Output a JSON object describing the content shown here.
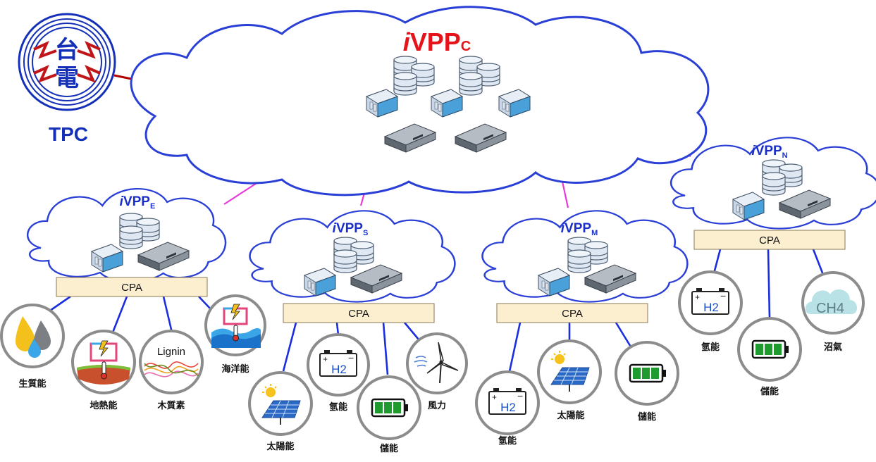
{
  "company": {
    "name": "TPC",
    "logo_text": "台電"
  },
  "central": {
    "prefix": "i",
    "main": "VPP",
    "sub": "C"
  },
  "clouds": [
    {
      "id": "E",
      "prefix": "i",
      "main": "VPP",
      "sub": "E",
      "cpa_label": "CPA",
      "resources": [
        {
          "icon": "oil-drops-icon",
          "label": "生質能"
        },
        {
          "icon": "geothermal-icon",
          "label": "地熱能"
        },
        {
          "icon": "lignin-icon",
          "label": "木質素",
          "inner_text": "Lignin"
        },
        {
          "icon": "ocean-energy-icon",
          "label": "海洋能"
        }
      ]
    },
    {
      "id": "S",
      "prefix": "i",
      "main": "VPP",
      "sub": "S",
      "cpa_label": "CPA",
      "resources": [
        {
          "icon": "solar-panel-icon",
          "label": "太陽能"
        },
        {
          "icon": "hydrogen-battery-icon",
          "label": "氫能",
          "inner_text": "H2"
        },
        {
          "icon": "storage-battery-icon",
          "label": "儲能"
        },
        {
          "icon": "wind-turbine-icon",
          "label": "風力"
        }
      ]
    },
    {
      "id": "M",
      "prefix": "i",
      "main": "VPP",
      "sub": "M",
      "cpa_label": "CPA",
      "resources": [
        {
          "icon": "hydrogen-battery-icon",
          "label": "氫能",
          "inner_text": "H2"
        },
        {
          "icon": "solar-panel-icon",
          "label": "太陽能"
        },
        {
          "icon": "storage-battery-icon",
          "label": "儲能"
        }
      ]
    },
    {
      "id": "N",
      "prefix": "i",
      "main": "VPP",
      "sub": "N",
      "cpa_label": "CPA",
      "resources": [
        {
          "icon": "hydrogen-battery-icon",
          "label": "氫能",
          "inner_text": "H2"
        },
        {
          "icon": "storage-battery-icon",
          "label": "儲能"
        },
        {
          "icon": "methane-cloud-icon",
          "label": "沼氣",
          "inner_text": "CH4"
        }
      ]
    }
  ],
  "colors": {
    "cloud_stroke": "#2a3fd6",
    "central_title": "#e5141b",
    "sub_title": "#1a2fc8",
    "tpc_blue": "#1530b8",
    "tpc_red": "#b10000",
    "pink_link": "#e83ad6",
    "blue_link": "#1a2ee0",
    "cpa_fill": "#fcefcf",
    "battery_green": "#1e9a2e"
  }
}
